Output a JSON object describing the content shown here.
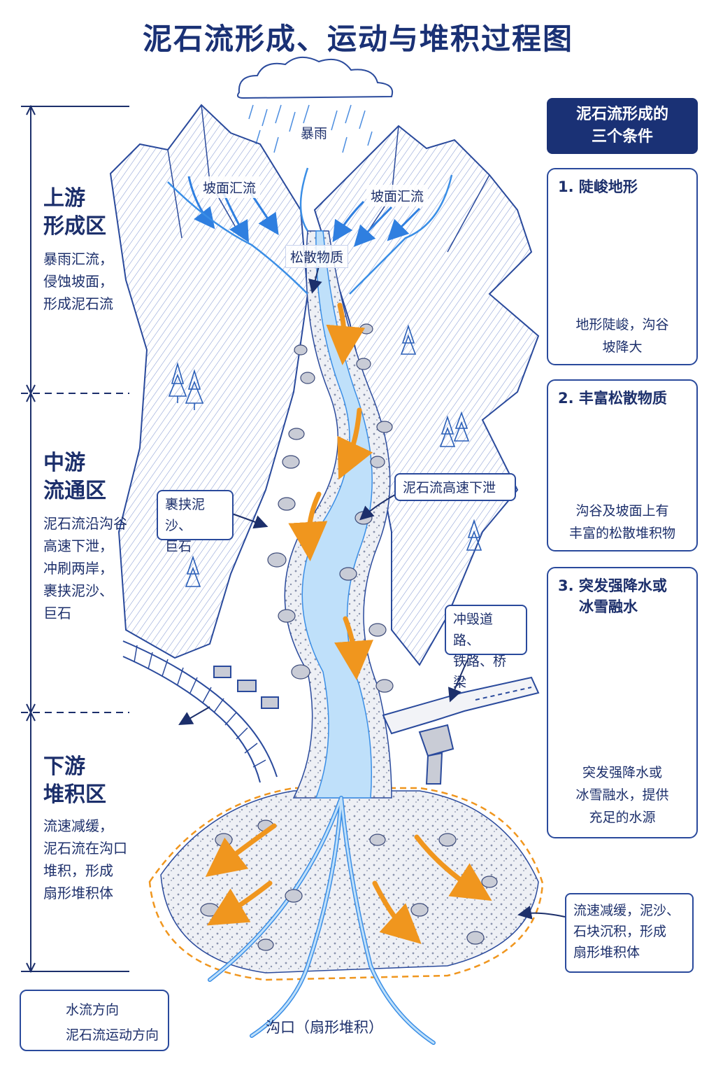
{
  "title": "泥石流形成、运动与堆积过程图",
  "zones": {
    "upper": {
      "title_line1": "上游",
      "title_line2": "形成区",
      "desc": [
        "暴雨汇流，",
        "侵蚀坡面，",
        "形成泥石流"
      ]
    },
    "middle": {
      "title_line1": "中游",
      "title_line2": "流通区",
      "desc": [
        "泥石流沿沟谷",
        "高速下泄，",
        "冲刷两岸，",
        "裹挟泥沙、",
        "巨石"
      ]
    },
    "lower": {
      "title_line1": "下游",
      "title_line2": "堆积区",
      "desc": [
        "流速减缓，",
        "泥石流在沟口",
        "堆积，形成",
        "扇形堆积体"
      ]
    }
  },
  "scene_labels": {
    "rain": "暴雨",
    "slope_flow_left": "坡面汇流",
    "slope_flow_right": "坡面汇流",
    "loose_material": "松散物质",
    "outlet": "沟口（扇形堆积）"
  },
  "callouts": {
    "entrain": [
      "裹挟泥沙、",
      "巨石"
    ],
    "high_speed": "泥石流高速下泄",
    "destroy": [
      "冲毁道路、",
      "铁路、桥梁"
    ],
    "deposit": [
      "流速减缓，泥沙、",
      "石块沉积，形成",
      "扇形堆积体"
    ]
  },
  "panel": {
    "header": [
      "泥石流形成的",
      "三个条件"
    ],
    "conditions": [
      {
        "title": "1. 陡峻地形",
        "desc": [
          "地形陡峻，沟谷",
          "坡降大"
        ]
      },
      {
        "title": "2. 丰富松散物质",
        "desc": [
          "沟谷及坡面上有",
          "丰富的松散堆积物"
        ]
      },
      {
        "title_line1": "3. 突发强降水或",
        "title_line2": "冰雪融水",
        "desc": [
          "突发强降水或",
          "冰雪融水，提供",
          "充足的水源"
        ]
      }
    ]
  },
  "legend": {
    "water": "水流方向",
    "debris": "泥石流运动方向"
  },
  "colors": {
    "navy": "#1a3175",
    "line": "#2a4a9c",
    "water": "#3a8ee6",
    "debris_arrow": "#f0961e",
    "rock": "#c9ccd6"
  }
}
